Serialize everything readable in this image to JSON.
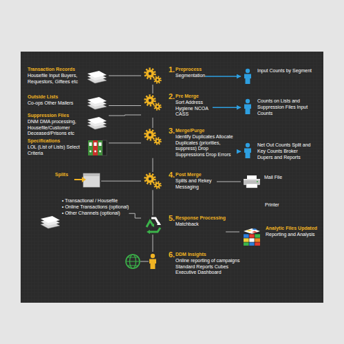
{
  "diagram": {
    "nodes": [
      {
        "text": [
          "Transaction Records",
          "Housefile Input Buyers, Requestors, Giftees etc"
        ]
      },
      {
        "text": [
          "1.",
          "Preprocess",
          "Segmentation"
        ]
      },
      {
        "text": [
          "Input Counts by Segment"
        ]
      },
      {
        "text": [
          "Outside Lists",
          "Co-ops Other Mailers"
        ]
      },
      {
        "text": [
          "Suppression Files",
          "DNM DMA processing, Housefile/Customer Deceased/Prisons etc"
        ]
      },
      {
        "text": [
          "2.",
          "Pre Merge",
          "Sort Address Hygiene NCOA CASS"
        ]
      },
      {
        "text": [
          "Counts on Lists and Suppression Files Input Counts"
        ]
      },
      {
        "text": [
          "Specifications",
          "LOL (List of Lists) Select Criteria"
        ]
      },
      {
        "text": [
          "3.",
          "Merge/Purge",
          "Identify Duplicates Allocate Duplicates (priorities, suppress) Drop Suppressions Drop Errors"
        ]
      },
      {
        "text": [
          "Net Out Counts Split and Key Counts Broker Dupers and Reports"
        ]
      },
      {
        "text": [
          "Splits"
        ]
      },
      {
        "text": [
          "4.",
          "Post Merge",
          "Splits and Rekey Messaging"
        ]
      },
      {
        "text": [
          "Mail File"
        ]
      },
      {
        "text": [
          "• Transactional / Housefile",
          "• Online Transactions (optional)",
          "• Other Channels (optional)"
        ]
      },
      {
        "text": [
          "5.",
          "Response Processing",
          "Matchback"
        ]
      },
      {
        "text": [
          "Analytic Files Updated",
          "Reporting and Analysis"
        ]
      },
      {
        "text": [
          "6.",
          "DDM Insights",
          "Online reporting of campaigns Standard Reports Cubes Executive Dashboard"
        ]
      }
    ],
    "edges": [
      {
        "from": 0,
        "to": 1,
        "arrow": "none"
      },
      {
        "from": 3,
        "to": 5,
        "arrow": "none"
      },
      {
        "from": 4,
        "to": 5,
        "arrow": "none"
      },
      {
        "from": 7,
        "to": 8,
        "arrow": "none"
      },
      {
        "from": 10,
        "to": 11,
        "arrow": "none"
      },
      {
        "from": 13,
        "to": 14,
        "arrow": "none"
      },
      {
        "from": 1,
        "to": 5,
        "arrow": "none"
      },
      {
        "from": 5,
        "to": 8,
        "arrow": "none"
      },
      {
        "from": 8,
        "to": 11,
        "arrow": "none"
      },
      {
        "from": 11,
        "to": 14,
        "arrow": "none"
      },
      {
        "from": 14,
        "to": 16,
        "arrow": "none"
      },
      {
        "from": 1,
        "to": 2,
        "arrow": "to"
      },
      {
        "from": 5,
        "to": 6,
        "arrow": "to"
      },
      {
        "from": 8,
        "to": 9,
        "arrow": "to"
      },
      {
        "from": 11,
        "to": 12,
        "arrow": "none"
      },
      {
        "from": 14,
        "to": 15,
        "arrow": "none"
      }
    ],
    "labels": [
      "Printer"
    ]
  }
}
